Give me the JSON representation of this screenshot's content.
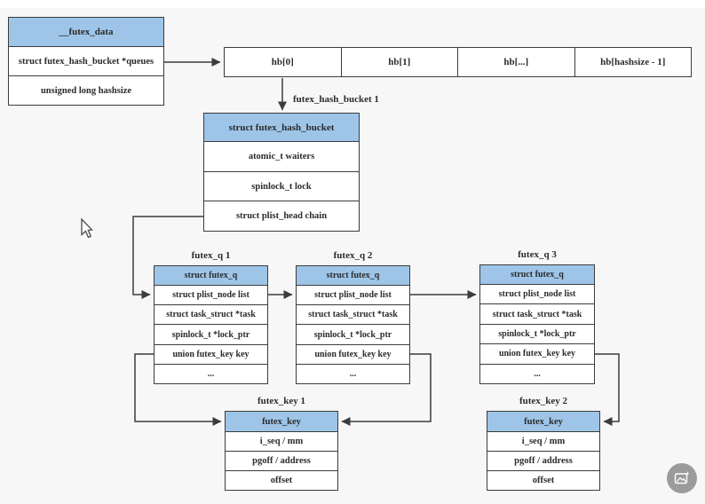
{
  "colors": {
    "header_fill": "#9ec5e8",
    "row_fill": "#ffffff",
    "border": "#3c3c3c",
    "canvas_background": "#f7f7f8"
  },
  "futex_data": {
    "title": "__futex_data",
    "rows": [
      "struct futex_hash_bucket *queues",
      "unsigned long hashsize"
    ]
  },
  "hb_array": {
    "cells": [
      "hb[0]",
      "hb[1]",
      "hb[...]",
      "hb[hashsize - 1]"
    ]
  },
  "hash_bucket": {
    "label": "futex_hash_bucket 1",
    "title": "struct futex_hash_bucket",
    "rows": [
      "atomic_t waiters",
      "spinlock_t lock",
      "struct plist_head chain"
    ]
  },
  "futex_q": {
    "title": "struct futex_q",
    "rows": [
      "struct plist_node list",
      "struct task_struct *task",
      "spinlock_t *lock_ptr",
      "union futex_key key",
      "..."
    ],
    "instances": [
      {
        "label": "futex_q 1"
      },
      {
        "label": "futex_q 2"
      },
      {
        "label": "futex_q 3"
      }
    ]
  },
  "futex_key": {
    "title": "futex_key",
    "rows": [
      "i_seq / mm",
      "pgoff / address",
      "offset"
    ],
    "instances": [
      {
        "label": "futex_key 1"
      },
      {
        "label": "futex_key 2"
      }
    ]
  },
  "floating_button": {
    "icon": "image-sparkle-icon"
  }
}
